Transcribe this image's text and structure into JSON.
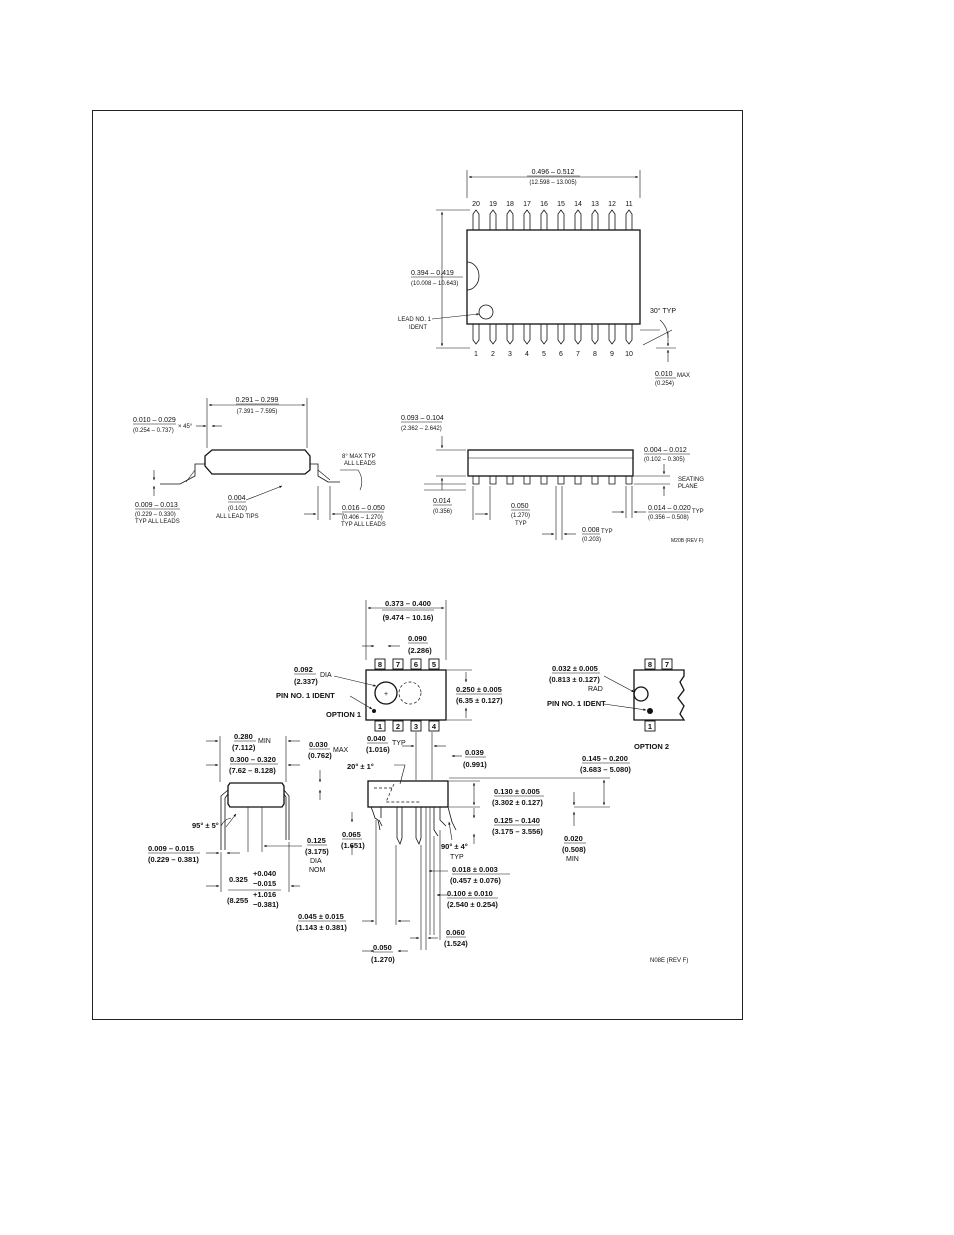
{
  "soic": {
    "body_length": {
      "in": "0.496 – 0.512",
      "mm": "(12.598 – 13.005)"
    },
    "top_pins": [
      "20",
      "19",
      "18",
      "17",
      "16",
      "15",
      "14",
      "13",
      "12",
      "11"
    ],
    "bottom_pins": [
      "1",
      "2",
      "3",
      "4",
      "5",
      "6",
      "7",
      "8",
      "9",
      "10"
    ],
    "body_width": {
      "in": "0.394 – 0.419",
      "mm": "(10.008 – 10.643)"
    },
    "lead_ident": [
      "LEAD NO. 1",
      "IDENT"
    ],
    "angle_typ": "30° TYP",
    "corner_max": {
      "in": "0.010",
      "mm": "(0.254)",
      "suffix": "MAX"
    },
    "side_width": {
      "in": "0.291 – 0.299",
      "mm": "(7.391 – 7.595)"
    },
    "chamfer": {
      "in": "0.010 – 0.029",
      "mm": "(0.254 – 0.737)",
      "suffix": "× 45°"
    },
    "lead_angle": [
      "8° MAX TYP",
      "ALL LEADS"
    ],
    "lead_thickness": {
      "in": "0.009 – 0.013",
      "mm": "(0.229 – 0.330)",
      "suffix": "TYP ALL LEADS"
    },
    "lead_tips": {
      "in": "0.004",
      "mm": "(0.102)",
      "suffix": "ALL LEAD TIPS"
    },
    "foot_length": {
      "in": "0.016 – 0.050",
      "mm": "(0.406 – 1.270)",
      "suffix": "TYP ALL LEADS"
    },
    "height": {
      "in": "0.093 – 0.104",
      "mm": "(2.362 – 2.642)"
    },
    "standoff": {
      "in": "0.004 – 0.012",
      "mm": "(0.102 – 0.305)"
    },
    "seating_plane": [
      "SEATING",
      "PLANE"
    ],
    "lead_step": {
      "in": "0.014",
      "mm": "(0.356)"
    },
    "pitch": {
      "in": "0.050",
      "mm": "(1.270)",
      "suffix": "TYP"
    },
    "lead_width": {
      "in": "0.014 – 0.020",
      "mm": "(0.356 – 0.508)",
      "suffix": "TYP"
    },
    "lead_gap": {
      "in": "0.008",
      "mm": "(0.203)",
      "suffix": "TYP"
    },
    "drawing_id": "M20B (REV F)"
  },
  "dip": {
    "top_width": {
      "in": "0.373 – 0.400",
      "mm": "(9.474 – 10.16)"
    },
    "notch": {
      "in": "0.090",
      "mm": "(2.286)"
    },
    "top_pins": [
      "8",
      "7",
      "6",
      "5"
    ],
    "bottom_pins": [
      "1",
      "2",
      "3",
      "4"
    ],
    "dia": {
      "in": "0.092",
      "mm": "(2.337)",
      "suffix": "DIA"
    },
    "pin_ident": "PIN NO. 1 IDENT",
    "option1": "OPTION 1",
    "body_width": {
      "in": "0.250 ± 0.005",
      "mm": "(6.35 ± 0.127)"
    },
    "radius": {
      "in": "0.032 ± 0.005",
      "mm": "(0.813 ± 0.127)",
      "suffix": "RAD"
    },
    "opt2_pins_top": [
      "8",
      "7"
    ],
    "opt2_pins_bottom": [
      "1"
    ],
    "opt2_ident": "PIN NO. 1 IDENT",
    "option2": "OPTION 2",
    "row_min": {
      "in": "0.280",
      "mm": "(7.112)",
      "suffix": "MIN"
    },
    "row_span": {
      "in": "0.300 – 0.320",
      "mm": "(7.62 – 8.128)"
    },
    "end_max": {
      "in": "0.030",
      "mm": "(0.762)",
      "suffix": "MAX"
    },
    "lead_spread": {
      "in": "0.040",
      "mm": "(1.016)",
      "suffix": "TYP"
    },
    "shoulder": {
      "in": "0.039",
      "mm": "(0.991)"
    },
    "total_height": {
      "in": "0.145 – 0.200",
      "mm": "(3.683 – 5.080)"
    },
    "angle_a": "20° ± 1°",
    "body_height": {
      "in": "0.130 ± 0.005",
      "mm": "(3.302 ± 0.127)"
    },
    "lead_len": {
      "in": "0.125 – 0.140",
      "mm": "(3.175 – 3.556)"
    },
    "seat_min": {
      "in": "0.020",
      "mm": "(0.508)",
      "suffix": "MIN"
    },
    "angle_b": "95° ± 5°",
    "angle_c": [
      "90° ± 4°",
      "TYP"
    ],
    "lead_thick": {
      "in": "0.009 – 0.015",
      "mm": "(0.229 – 0.381)"
    },
    "pin_dia": {
      "in": "0.125",
      "mm": "(3.175)",
      "suffix": [
        "DIA",
        "NOM"
      ]
    },
    "overall": {
      "in": "0.325",
      "tol_hi": "+0.040",
      "tol_lo": "−0.015",
      "mm": "(8.255",
      "mm_hi": "+1.016",
      "mm_lo": "−0.381)"
    },
    "shoulder_h": {
      "in": "0.065",
      "mm": "(1.651)"
    },
    "lead_w": {
      "in": "0.018 ± 0.003",
      "mm": "(0.457 ± 0.076)"
    },
    "pitch": {
      "in": "0.100 ± 0.010",
      "mm": "(2.540 ± 0.254)"
    },
    "end_lead": {
      "in": "0.045 ± 0.015",
      "mm": "(1.143 ± 0.381)"
    },
    "foot": {
      "in": "0.060",
      "mm": "(1.524)"
    },
    "half_pitch": {
      "in": "0.050",
      "mm": "(1.270)"
    },
    "drawing_id": "N08E (REV F)"
  }
}
